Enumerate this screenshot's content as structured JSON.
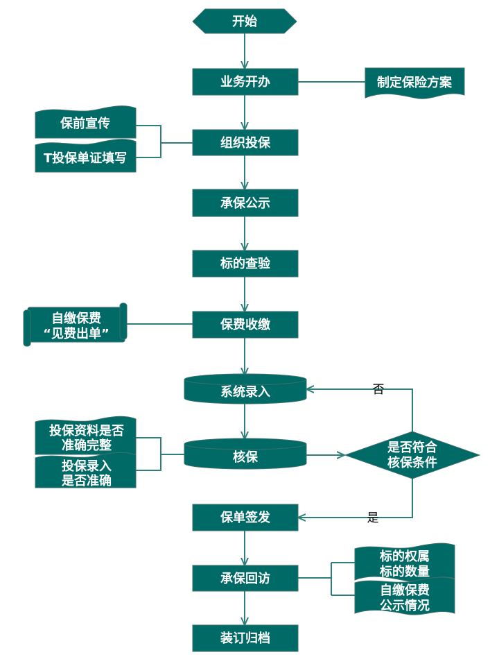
{
  "colors": {
    "node_fill": "#006b66",
    "node_border": "#3d6f6c",
    "connector": "#2e7f7a",
    "text": "#ffffff",
    "edge_label": "#000000",
    "background": "#ffffff"
  },
  "nodes": {
    "start": "开始",
    "business_open": "业务开办",
    "make_plan": "制定保险方案",
    "pre_publicity": "保前宣传",
    "form_fill": "T投保单证填写",
    "organize": "组织投保",
    "publicity": "承保公示",
    "inspect": "标的查验",
    "self_pay_1": "自缴保费",
    "self_pay_2": "“见费出单”",
    "collect": "保费收缴",
    "system_input": "系统录入",
    "doc_complete_1": "投保资料是否",
    "doc_complete_2": "准确完整",
    "input_check_1": "投保录入",
    "input_check_2": "是否准确",
    "underwrite": "核保",
    "decision_1": "是否符合",
    "decision_2": "核保条件",
    "issue": "保单签发",
    "revisit": "承保回访",
    "ownership_1": "标的权属",
    "ownership_2": "标的数量",
    "paypub_1": "自缴保费",
    "paypub_2": "公示情况",
    "archive": "装订归档"
  },
  "edges": {
    "no": "否",
    "yes": "是"
  }
}
